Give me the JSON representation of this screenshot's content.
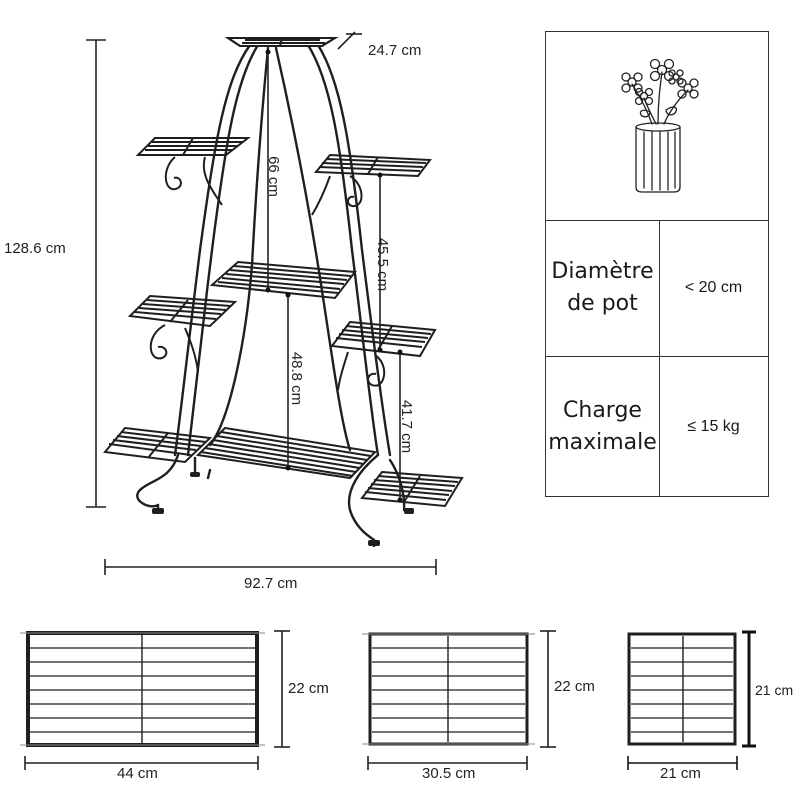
{
  "dimensions": {
    "top_shelf_depth": "24.7 cm",
    "total_height": "128.6 cm",
    "inner_height_upper": "66 cm",
    "right_spacing_upper": "45.5 cm",
    "inner_height_lower": "48.8 cm",
    "right_spacing_lower": "41.7 cm",
    "total_width": "92.7 cm"
  },
  "specs": {
    "pot_diameter_label": "Diamètre de pot",
    "pot_diameter_value": "< 20 cm",
    "max_load_label": "Charge maximale",
    "max_load_value": "≤ 15 kg"
  },
  "shelves": [
    {
      "width": "44 cm",
      "height": "22 cm"
    },
    {
      "width": "30.5 cm",
      "height": "22 cm"
    },
    {
      "width": "21 cm",
      "height": "21 cm"
    }
  ],
  "icons": [
    "flower-vase-icon"
  ],
  "colors": {
    "frame": "#1f1f1f",
    "line": "#222222"
  }
}
